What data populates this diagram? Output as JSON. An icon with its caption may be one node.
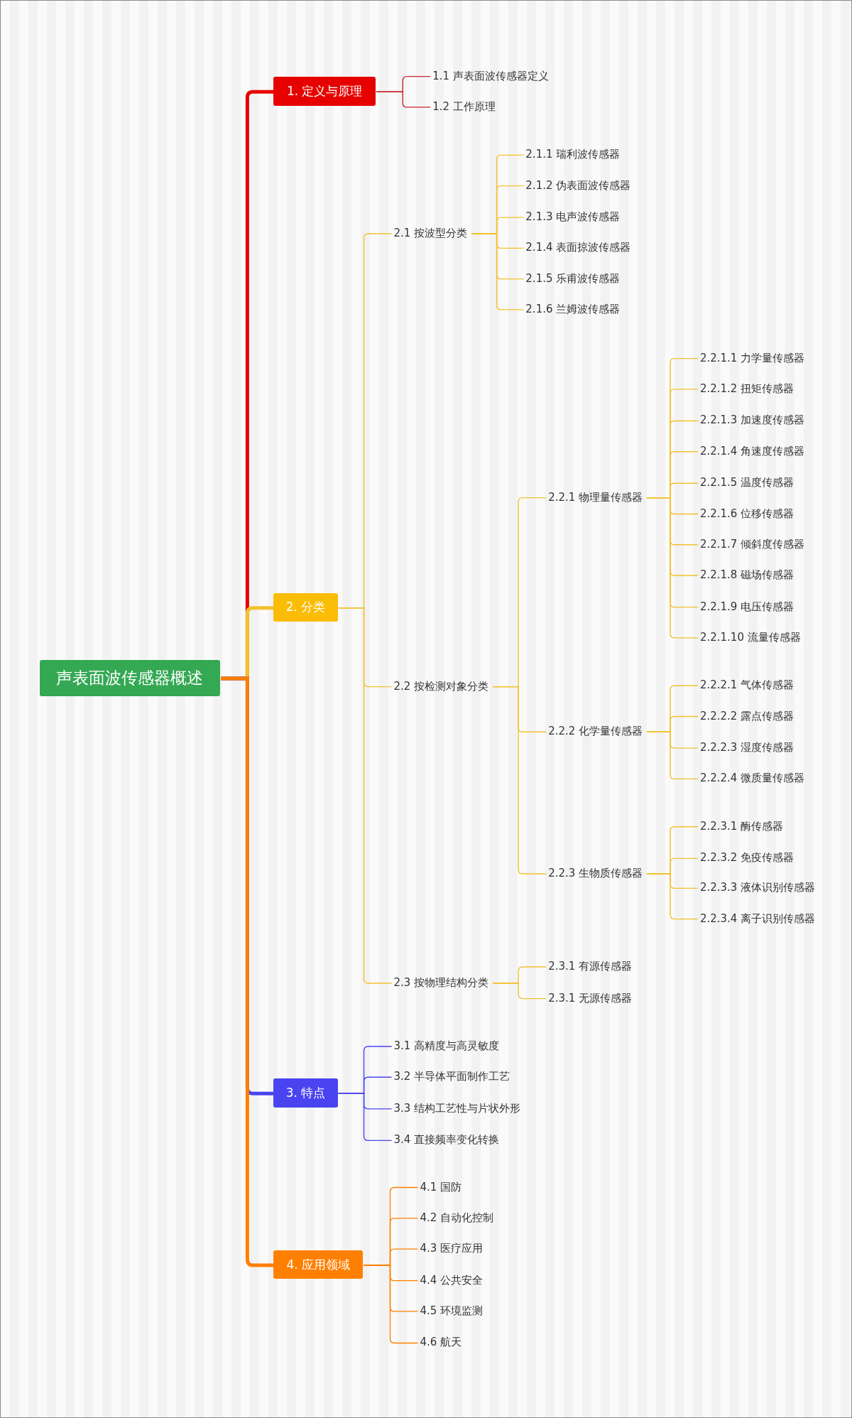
{
  "diagram": {
    "nodes": [
      {
        "text": [
          "声表面波传感器概述"
        ]
      },
      {
        "text": [
          "1. 定义与原理"
        ]
      },
      {
        "text": [
          "1.1 声表面波传感器定义"
        ]
      },
      {
        "text": [
          "1.2 工作原理"
        ]
      },
      {
        "text": [
          "2. 分类"
        ]
      },
      {
        "text": [
          "2.1 按波型分类"
        ]
      },
      {
        "text": [
          "2.1.1 瑞利波传感器"
        ]
      },
      {
        "text": [
          "2.1.2 伪表面波传感器"
        ]
      },
      {
        "text": [
          "2.1.3 电声波传感器"
        ]
      },
      {
        "text": [
          "2.1.4 表面掠波传感器"
        ]
      },
      {
        "text": [
          "2.1.5 乐甫波传感器"
        ]
      },
      {
        "text": [
          "2.1.6 兰姆波传感器"
        ]
      },
      {
        "text": [
          "2.2 按检测对象分类"
        ]
      },
      {
        "text": [
          "2.2.1 物理量传感器"
        ]
      },
      {
        "text": [
          "2.2.1.1 力学量传感器"
        ]
      },
      {
        "text": [
          "2.2.1.2 扭矩传感器"
        ]
      },
      {
        "text": [
          "2.2.1.3 加速度传感器"
        ]
      },
      {
        "text": [
          "2.2.1.4 角速度传感器"
        ]
      },
      {
        "text": [
          "2.2.1.5 温度传感器"
        ]
      },
      {
        "text": [
          "2.2.1.6 位移传感器"
        ]
      },
      {
        "text": [
          "2.2.1.7 倾斜度传感器"
        ]
      },
      {
        "text": [
          "2.2.1.8 磁场传感器"
        ]
      },
      {
        "text": [
          "2.2.1.9 电压传感器"
        ]
      },
      {
        "text": [
          "2.2.1.10 流量传感器"
        ]
      },
      {
        "text": [
          "2.2.2 化学量传感器"
        ]
      },
      {
        "text": [
          "2.2.2.1 气体传感器"
        ]
      },
      {
        "text": [
          "2.2.2.2 露点传感器"
        ]
      },
      {
        "text": [
          "2.2.2.3 湿度传感器"
        ]
      },
      {
        "text": [
          "2.2.2.4 微质量传感器"
        ]
      },
      {
        "text": [
          "2.2.3 生物质传感器"
        ]
      },
      {
        "text": [
          "2.2.3.1 酶传感器"
        ]
      },
      {
        "text": [
          "2.2.3.2 免疫传感器"
        ]
      },
      {
        "text": [
          "2.2.3.3 液体识别传感器"
        ]
      },
      {
        "text": [
          "2.2.3.4 离子识别传感器"
        ]
      },
      {
        "text": [
          "2.3 按物理结构分类"
        ]
      },
      {
        "text": [
          "2.3.1 有源传感器"
        ]
      },
      {
        "text": [
          "2.3.1 无源传感器"
        ]
      },
      {
        "text": [
          "3. 特点"
        ]
      },
      {
        "text": [
          "3.1 高精度与高灵敏度"
        ]
      },
      {
        "text": [
          "3.2 半导体平面制作工艺"
        ]
      },
      {
        "text": [
          "3.3 结构工艺性与片状外形"
        ]
      },
      {
        "text": [
          "3.4 直接频率变化转换"
        ]
      },
      {
        "text": [
          "4. 应用领域"
        ]
      },
      {
        "text": [
          "4.1 国防"
        ]
      },
      {
        "text": [
          "4.2 自动化控制"
        ]
      },
      {
        "text": [
          "4.3 医疗应用"
        ]
      },
      {
        "text": [
          "4.4 公共安全"
        ]
      },
      {
        "text": [
          "4.5 环境监测"
        ]
      },
      {
        "text": [
          "4.6 航天"
        ]
      }
    ],
    "edges": [
      {
        "from": 0,
        "to": 1,
        "arrow": "none",
        "style": "thick",
        "color": "#e60000"
      },
      {
        "from": 1,
        "to": 2,
        "arrow": "none",
        "color": "#c8262c"
      },
      {
        "from": 1,
        "to": 3,
        "arrow": "none",
        "color": "#c8262c"
      },
      {
        "from": 0,
        "to": 4,
        "arrow": "none",
        "style": "thick"
      },
      {
        "from": 4,
        "to": 5,
        "arrow": "none"
      },
      {
        "from": 5,
        "to": 6,
        "arrow": "none"
      },
      {
        "from": 5,
        "to": 7,
        "arrow": "none"
      },
      {
        "from": 5,
        "to": 8,
        "arrow": "none"
      },
      {
        "from": 5,
        "to": 9,
        "arrow": "none"
      },
      {
        "from": 5,
        "to": 10,
        "arrow": "none"
      },
      {
        "from": 5,
        "to": 11,
        "arrow": "none"
      },
      {
        "from": 4,
        "to": 12,
        "arrow": "none"
      },
      {
        "from": 12,
        "to": 13,
        "arrow": "none"
      },
      {
        "from": 13,
        "to": 14,
        "arrow": "none"
      },
      {
        "from": 13,
        "to": 15,
        "arrow": "none"
      },
      {
        "from": 13,
        "to": 16,
        "arrow": "none"
      },
      {
        "from": 13,
        "to": 17,
        "arrow": "none"
      },
      {
        "from": 13,
        "to": 18,
        "arrow": "none"
      },
      {
        "from": 13,
        "to": 19,
        "arrow": "none"
      },
      {
        "from": 13,
        "to": 20,
        "arrow": "none"
      },
      {
        "from": 13,
        "to": 21,
        "arrow": "none"
      },
      {
        "from": 13,
        "to": 22,
        "arrow": "none"
      },
      {
        "from": 13,
        "to": 23,
        "arrow": "none"
      },
      {
        "from": 12,
        "to": 24,
        "arrow": "none"
      },
      {
        "from": 24,
        "to": 25,
        "arrow": "none"
      },
      {
        "from": 24,
        "to": 26,
        "arrow": "none"
      },
      {
        "from": 24,
        "to": 27,
        "arrow": "none"
      },
      {
        "from": 24,
        "to": 28,
        "arrow": "none"
      },
      {
        "from": 12,
        "to": 29,
        "arrow": "none"
      },
      {
        "from": 29,
        "to": 30,
        "arrow": "none"
      },
      {
        "from": 29,
        "to": 31,
        "arrow": "none"
      },
      {
        "from": 29,
        "to": 32,
        "arrow": "none"
      },
      {
        "from": 29,
        "to": 33,
        "arrow": "none"
      },
      {
        "from": 4,
        "to": 34,
        "arrow": "none"
      },
      {
        "from": 34,
        "to": 35,
        "arrow": "none"
      },
      {
        "from": 34,
        "to": 36,
        "arrow": "none"
      },
      {
        "from": 0,
        "to": 37,
        "arrow": "none",
        "style": "thick",
        "color": "#4a44f0"
      },
      {
        "from": 37,
        "to": 38,
        "arrow": "none",
        "color": "#4a44f0"
      },
      {
        "from": 37,
        "to": 39,
        "arrow": "none",
        "color": "#4a44f0"
      },
      {
        "from": 37,
        "to": 40,
        "arrow": "none",
        "color": "#4a44f0"
      },
      {
        "from": 37,
        "to": 41,
        "arrow": "none",
        "color": "#4a44f0"
      },
      {
        "from": 0,
        "to": 42,
        "arrow": "none",
        "style": "thick",
        "color": "#ff7f00"
      },
      {
        "from": 42,
        "to": 43,
        "arrow": "none",
        "color": "#ff7f00"
      },
      {
        "from": 42,
        "to": 44,
        "arrow": "none",
        "color": "#ff7f00"
      },
      {
        "from": 42,
        "to": 45,
        "arrow": "none",
        "color": "#ff7f00"
      },
      {
        "from": 42,
        "to": 46,
        "arrow": "none",
        "color": "#ff7f00"
      },
      {
        "from": 42,
        "to": 47,
        "arrow": "none",
        "color": "#ff7f00"
      },
      {
        "from": 42,
        "to": 48,
        "arrow": "none",
        "color": "#ff7f00"
      }
    ]
  }
}
